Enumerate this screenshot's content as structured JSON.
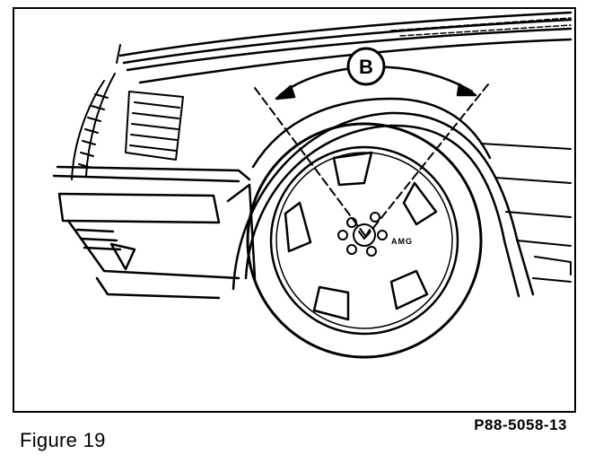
{
  "figure": {
    "caption": "Figure 19",
    "part_code": "P88-5058-13",
    "angle_label": "B",
    "wheel_text": "AMG"
  },
  "colors": {
    "line": "#000000",
    "background": "#ffffff"
  }
}
